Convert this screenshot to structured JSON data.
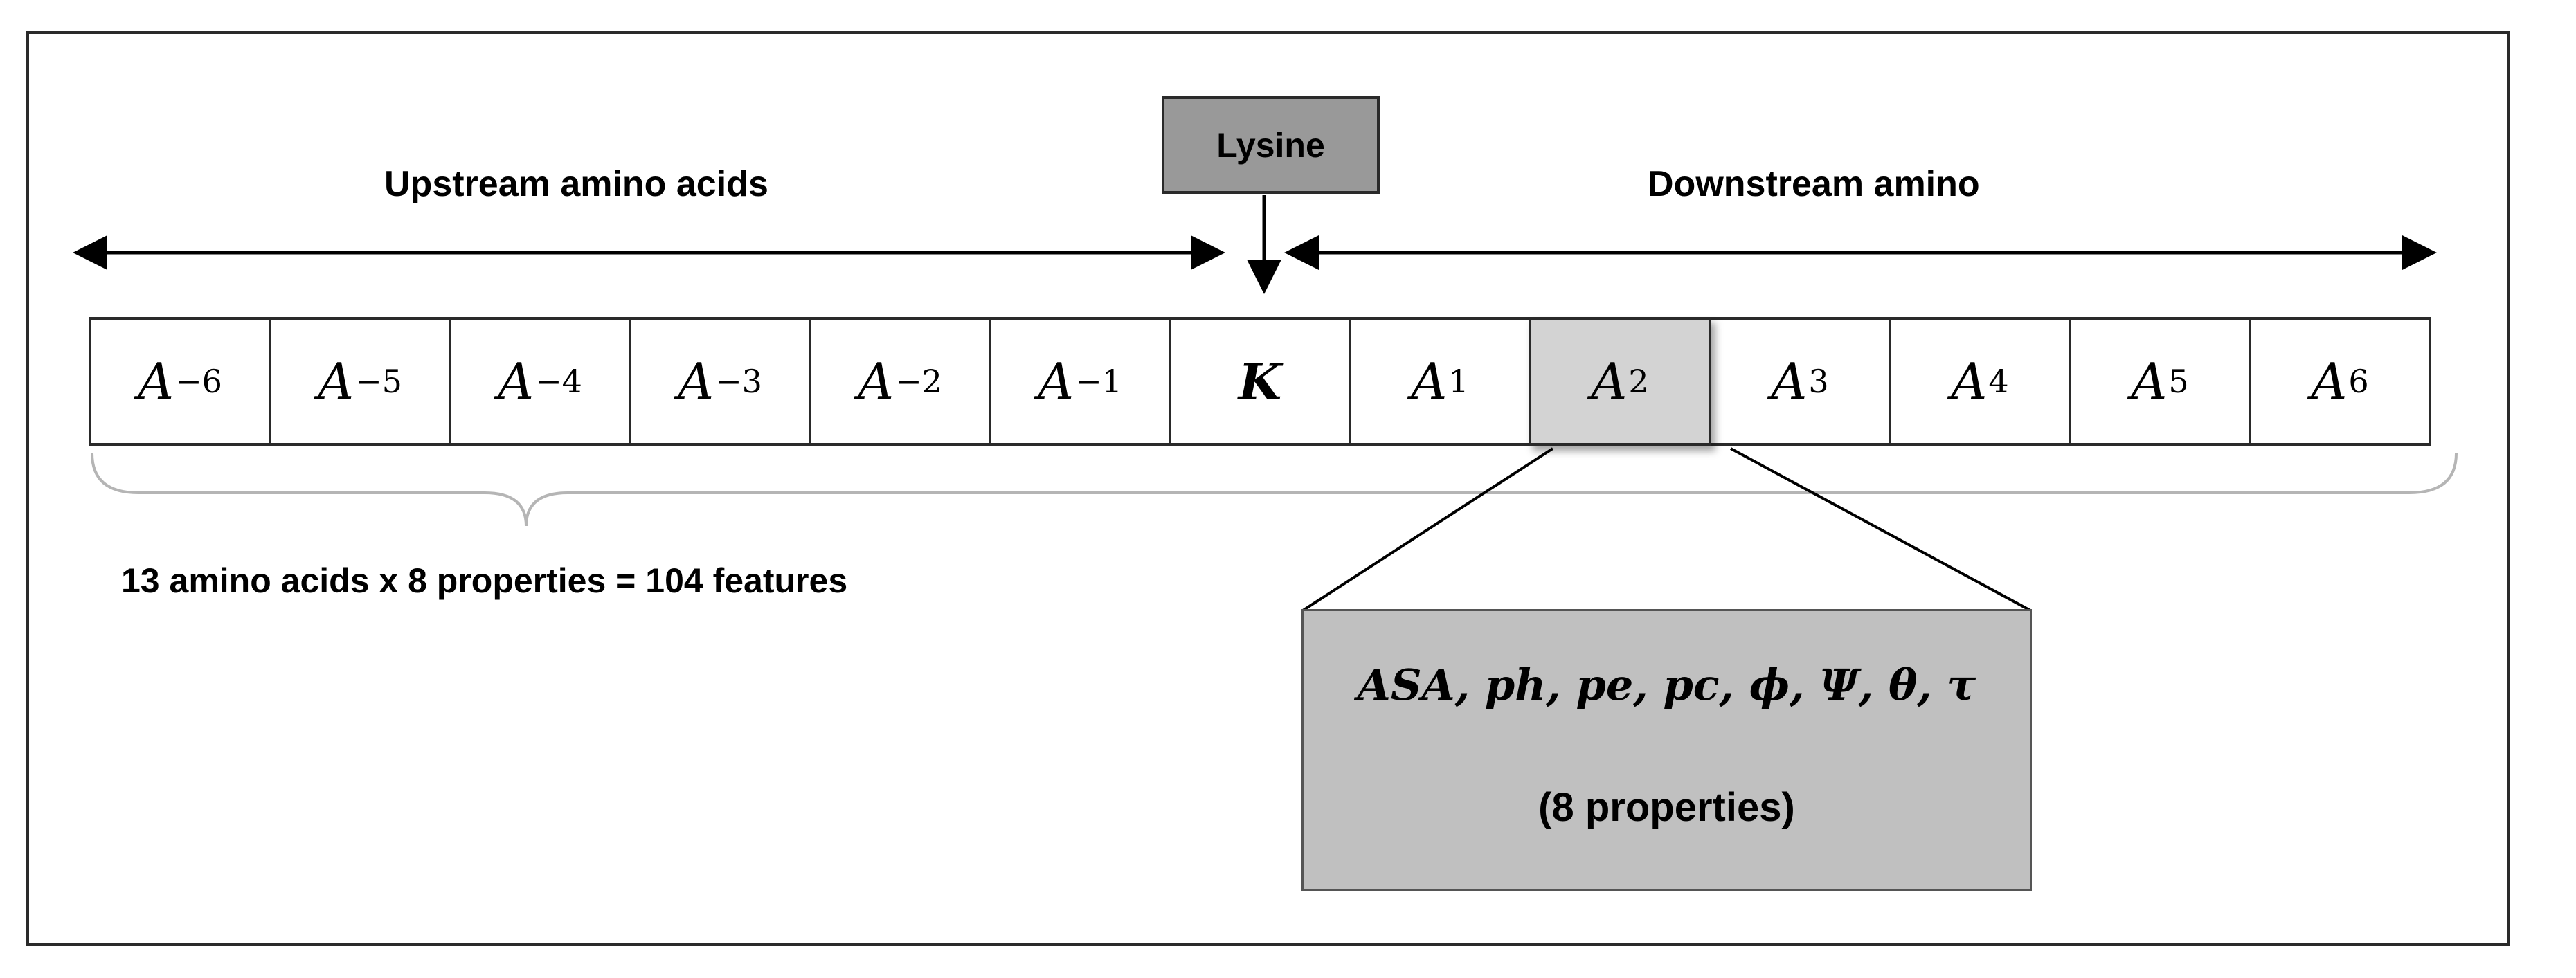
{
  "labels": {
    "upstream": "Upstream amino acids",
    "downstream": "Downstream amino",
    "lysine": "Lysine",
    "feature_count": "13 amino acids x  8 properties = 104 features"
  },
  "sequence": {
    "cells": [
      {
        "base": "A",
        "sub": "−6"
      },
      {
        "base": "A",
        "sub": "−5"
      },
      {
        "base": "A",
        "sub": "−4"
      },
      {
        "base": "A",
        "sub": "−3"
      },
      {
        "base": "A",
        "sub": "−2"
      },
      {
        "base": "A",
        "sub": "−1"
      },
      {
        "base": "K",
        "sub": ""
      },
      {
        "base": "A",
        "sub": "1"
      },
      {
        "base": "A",
        "sub": "2"
      },
      {
        "base": "A",
        "sub": "3"
      },
      {
        "base": "A",
        "sub": "4"
      },
      {
        "base": "A",
        "sub": "5"
      },
      {
        "base": "A",
        "sub": "6"
      }
    ]
  },
  "properties": {
    "list": "ASA, ph, pe, pc, ϕ, Ψ, θ, τ",
    "count_label": "(8 properties)"
  },
  "colors": {
    "lysine_box": "#999999",
    "highlight_cell": "#d3d3d3",
    "property_box": "#c0c0c0",
    "line": "#000000"
  }
}
